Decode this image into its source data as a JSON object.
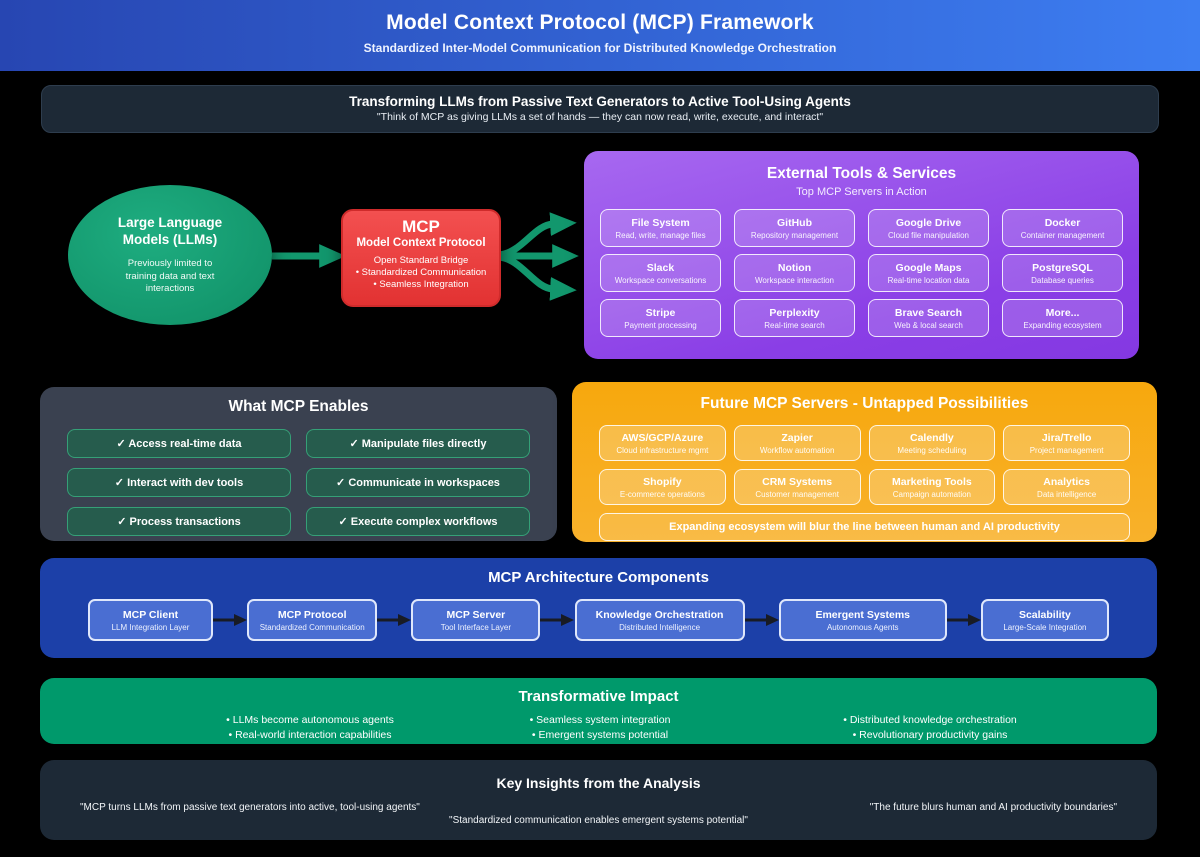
{
  "header": {
    "title": "Model Context Protocol (MCP) Framework",
    "subtitle": "Standardized Inter-Model Communication for Distributed Knowledge Orchestration"
  },
  "banner": {
    "title": "Transforming LLMs from Passive Text Generators to Active Tool-Using Agents",
    "quote": "\"Think of MCP as giving LLMs a set of hands — they can now read, write, execute, and interact\""
  },
  "flow": {
    "llm": {
      "title": "Large Language Models (LLMs)",
      "subtitle": "Previously limited to training data and text interactions"
    },
    "mcp": {
      "title": "MCP",
      "subtitle": "Model Context Protocol",
      "line1": "Open Standard Bridge",
      "bullet1": "• Standardized Communication",
      "bullet2": "• Seamless Integration"
    }
  },
  "external_tools": {
    "title": "External Tools & Services",
    "subtitle": "Top MCP Servers in Action",
    "servers": [
      {
        "name": "File System",
        "desc": "Read, write, manage files"
      },
      {
        "name": "GitHub",
        "desc": "Repository management"
      },
      {
        "name": "Google Drive",
        "desc": "Cloud file manipulation"
      },
      {
        "name": "Docker",
        "desc": "Container management"
      },
      {
        "name": "Slack",
        "desc": "Workspace conversations"
      },
      {
        "name": "Notion",
        "desc": "Workspace interaction"
      },
      {
        "name": "Google Maps",
        "desc": "Real-time location data"
      },
      {
        "name": "PostgreSQL",
        "desc": "Database queries"
      },
      {
        "name": "Stripe",
        "desc": "Payment processing"
      },
      {
        "name": "Perplexity",
        "desc": "Real-time search"
      },
      {
        "name": "Brave Search",
        "desc": "Web & local search"
      },
      {
        "name": "More...",
        "desc": "Expanding ecosystem"
      }
    ]
  },
  "enables": {
    "title": "What MCP Enables",
    "items": [
      "✓ Access real-time data",
      "✓ Manipulate files directly",
      "✓ Interact with dev tools",
      "✓ Communicate in workspaces",
      "✓ Process transactions",
      "✓ Execute complex workflows"
    ]
  },
  "future": {
    "title": "Future MCP Servers - Untapped Possibilities",
    "servers": [
      {
        "name": "AWS/GCP/Azure",
        "desc": "Cloud infrastructure mgmt"
      },
      {
        "name": "Zapier",
        "desc": "Workflow automation"
      },
      {
        "name": "Calendly",
        "desc": "Meeting scheduling"
      },
      {
        "name": "Jira/Trello",
        "desc": "Project management"
      },
      {
        "name": "Shopify",
        "desc": "E-commerce operations"
      },
      {
        "name": "CRM Systems",
        "desc": "Customer management"
      },
      {
        "name": "Marketing Tools",
        "desc": "Campaign automation"
      },
      {
        "name": "Analytics",
        "desc": "Data intelligence"
      }
    ],
    "footer": "Expanding ecosystem will blur the line between human and AI productivity"
  },
  "architecture": {
    "title": "MCP Architecture Components",
    "components": [
      {
        "name": "MCP Client",
        "desc": "LLM Integration Layer"
      },
      {
        "name": "MCP Protocol",
        "desc": "Standardized Communication"
      },
      {
        "name": "MCP Server",
        "desc": "Tool Interface Layer"
      },
      {
        "name": "Knowledge Orchestration",
        "desc": "Distributed Intelligence"
      },
      {
        "name": "Emergent Systems",
        "desc": "Autonomous Agents"
      },
      {
        "name": "Scalability",
        "desc": "Large-Scale Integration"
      }
    ]
  },
  "impact": {
    "title": "Transformative Impact",
    "columns": [
      {
        "line1": "• LLMs become autonomous agents",
        "line2": "• Real-world interaction capabilities"
      },
      {
        "line1": "• Seamless system integration",
        "line2": "• Emergent systems potential"
      },
      {
        "line1": "• Distributed knowledge orchestration",
        "line2": "• Revolutionary productivity gains"
      }
    ]
  },
  "insights": {
    "title": "Key Insights from the Analysis",
    "quotes": [
      "\"MCP turns LLMs from passive text generators into active, tool-using agents\"",
      "\"Standardized communication enables emergent systems potential\"",
      "\"The future blurs human and AI productivity boundaries\""
    ]
  },
  "colors": {
    "header_gradient_left": "#2746b2",
    "header_gradient_right": "#3d7ef2",
    "llm_green": "#15a076",
    "mcp_red": "#e83c3c",
    "tools_purple": "#8b45e8",
    "future_orange": "#f7a80d",
    "architecture_blue": "#1c40a8",
    "impact_green": "#00996b",
    "panel_dark": "#1d2936",
    "panel_slate": "#3a4150",
    "arrow_green": "#12976d"
  }
}
